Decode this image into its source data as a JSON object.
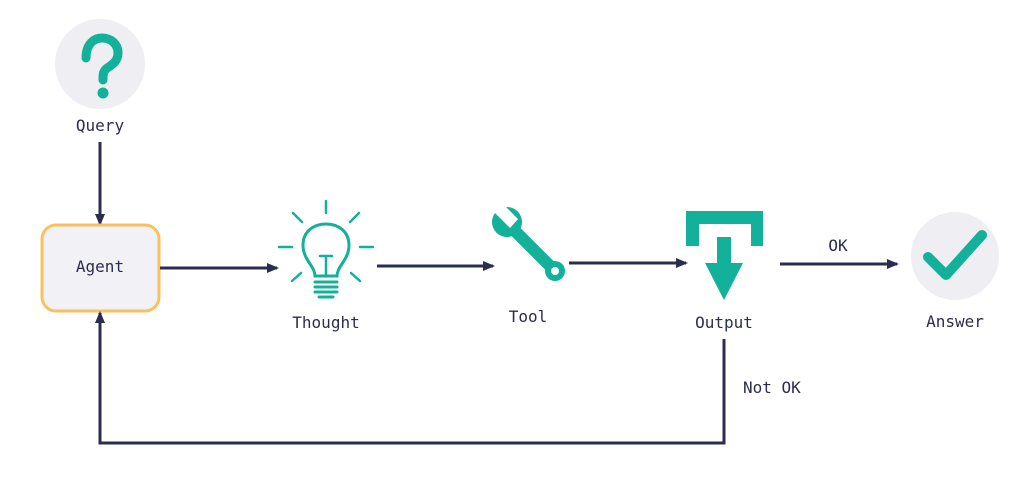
{
  "nodes": {
    "query": {
      "label": "Query"
    },
    "agent": {
      "label": "Agent"
    },
    "thought": {
      "label": "Thought"
    },
    "tool": {
      "label": "Tool"
    },
    "output": {
      "label": "Output"
    },
    "answer": {
      "label": "Answer"
    }
  },
  "edges": {
    "ok": {
      "label": "OK"
    },
    "not_ok": {
      "label": "Not OK"
    }
  },
  "icons": {
    "query": "question-mark-icon",
    "thought": "lightbulb-icon",
    "tool": "wrench-icon",
    "output": "download-tray-icon",
    "answer": "checkmark-icon"
  },
  "colors": {
    "line": "#2b2d4f",
    "accent": "#14b19a",
    "circle_bg": "#eeeef3",
    "agent_border": "#f7c25e",
    "agent_fill": "#f1f1f6"
  }
}
